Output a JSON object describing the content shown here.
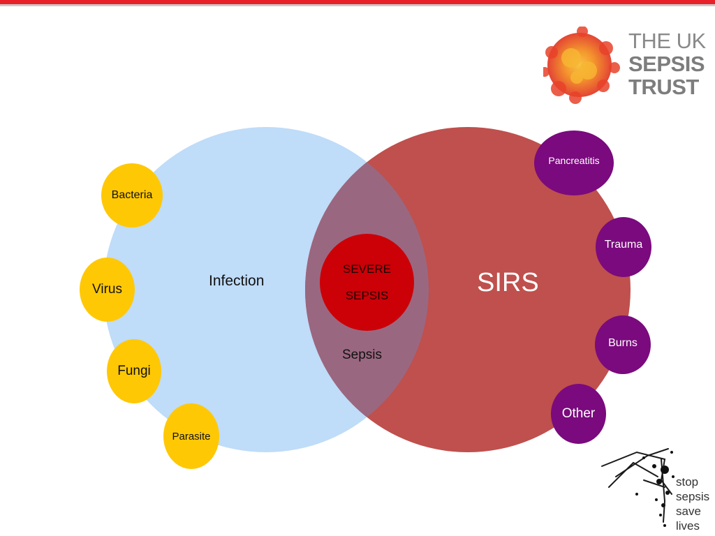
{
  "logo": {
    "line1": "THE UK",
    "line2": "SEPSIS",
    "line3": "TRUST",
    "sun_color_outer": "#e8432a",
    "sun_color_inner": "#f6a21e"
  },
  "venn": {
    "infection_label": "Infection",
    "sirs_label": "SIRS",
    "overlap_label": "Sepsis",
    "severe_line1": "SEVERE",
    "severe_line2": "SEPSIS",
    "infection_color": "#bfdcf9",
    "sirs_color": "#bf504d",
    "overlap_color": "#9a6780",
    "severe_color": "#cc0007"
  },
  "infection_causes": [
    "Bacteria",
    "Virus",
    "Fungi",
    "Parasite"
  ],
  "sirs_causes": [
    "Pancreatitis",
    "Trauma",
    "Burns",
    "Other"
  ],
  "colors": {
    "accent_bar": "#e8202a",
    "yellow": "#ffc805",
    "purple": "#7a0a7d"
  },
  "footer_logo": {
    "line1": "stop",
    "line2": "sepsis",
    "line3": "save",
    "line4": "lives"
  }
}
